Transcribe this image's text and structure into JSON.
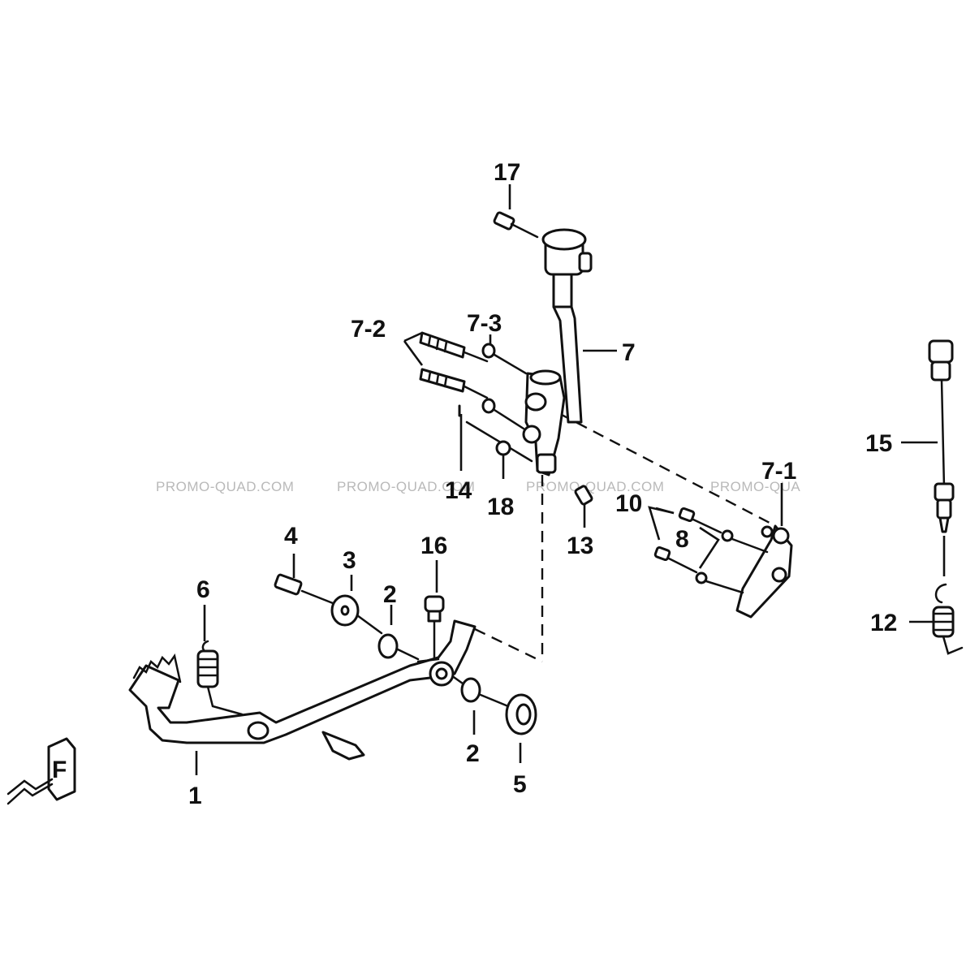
{
  "callouts": [
    "17",
    "7-2",
    "7-3",
    "7",
    "14",
    "18",
    "13",
    "7-1",
    "10",
    "8",
    "15",
    "12",
    "4",
    "3",
    "2",
    "16",
    "6",
    "1",
    "5"
  ],
  "watermark": "PROMO-QUAD.COM",
  "watermark_partial": "PROMO-QUA",
  "direction_marker": "F"
}
